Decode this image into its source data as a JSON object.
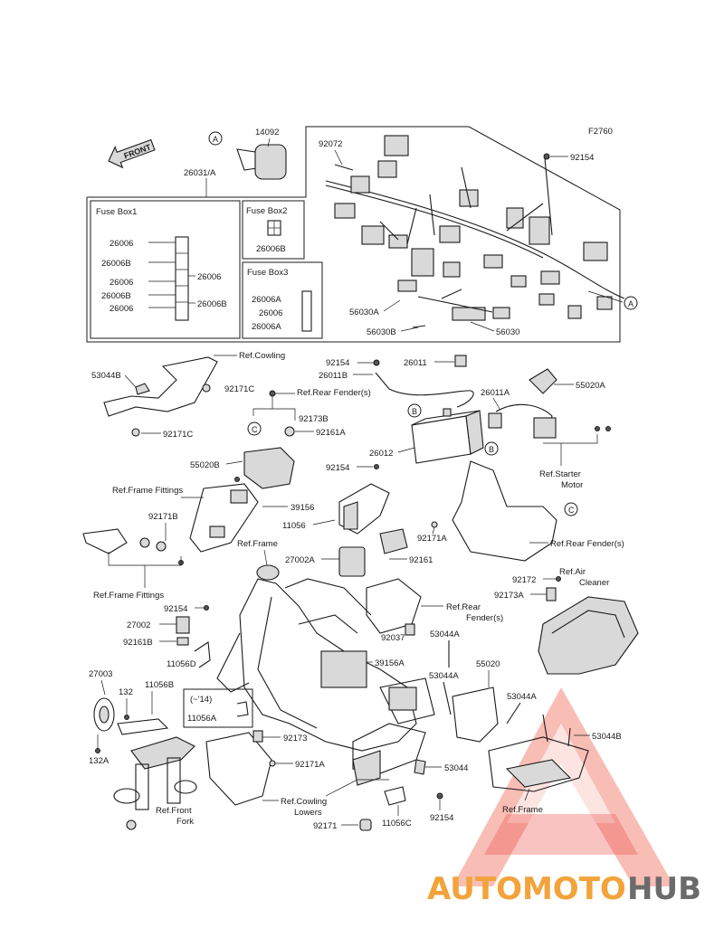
{
  "figure_code": "F2760",
  "front_label": "FRONT",
  "fuse_box1": {
    "title": "Fuse Box1",
    "left_labels": [
      "26006",
      "26006B",
      "26006",
      "26006B",
      "26006"
    ],
    "right_labels": [
      "26006",
      "26006B"
    ]
  },
  "fuse_box2": {
    "title": "Fuse Box2",
    "label": "26006B"
  },
  "fuse_box3": {
    "title": "Fuse Box3",
    "labels": [
      "26006A",
      "26006",
      "26006A"
    ]
  },
  "bracket_note": "(~'14)",
  "circle_markers": {
    "a": "A",
    "b": "B",
    "c": "C"
  },
  "parts": {
    "p14092": "14092",
    "p26031a": "26031/A",
    "p92072": "92072",
    "p92154_top": "92154",
    "p56030a": "56030A",
    "p56030b": "56030B",
    "p56030": "56030",
    "p26011": "26011",
    "p53044b_l": "53044B",
    "p92171c_1": "92171C",
    "p92171c_2": "92171C",
    "p92154_b": "92154",
    "p26011b": "26011B",
    "p26011a": "26011A",
    "p55020a": "55020A",
    "p92173b": "92173B",
    "p92161a": "92161A",
    "p26012": "26012",
    "p55020b": "55020B",
    "p92154_c": "92154",
    "p39156": "39156",
    "p92171b": "92171B",
    "p11056": "11056",
    "p92171a_1": "92171A",
    "p27002a": "27002A",
    "p92161": "92161",
    "p92172": "92172",
    "p92173a": "92173A",
    "p92154_d": "92154",
    "p27002": "27002",
    "p92161b": "92161B",
    "p11056d": "11056D",
    "p92037": "92037",
    "p53044a_1": "53044A",
    "p39156a": "39156A",
    "p55020": "55020",
    "p53044a_2": "53044A",
    "p53044a_3": "53044A",
    "p27003": "27003",
    "p11056b": "11056B",
    "p132": "132",
    "p11056a": "11056A",
    "p92173": "92173",
    "p53044b_r": "53044B",
    "p132a": "132A",
    "p92171a_2": "92171A",
    "p53044": "53044",
    "p92171": "92171",
    "p11056c": "11056C",
    "p92154_e": "92154"
  },
  "refs": {
    "cowling": "Ref.Cowling",
    "rear_fender_1": "Ref.Rear Fender(s)",
    "starter_motor": "Ref.Starter Motor",
    "frame_fittings_1": "Ref.Frame Fittings",
    "frame_1": "Ref.Frame",
    "rear_fender_2": "Ref.Rear Fender(s)",
    "frame_fittings_2": "Ref.Frame Fittings",
    "air_cleaner": "Ref.Air Cleaner",
    "rear_fender_3": "Ref.Rear Fender(s)",
    "front_fork": "Ref.Front Fork",
    "cowling_lowers": "Ref.Cowling Lowers",
    "frame_2": "Ref.Frame"
  },
  "watermark": {
    "part1": "AUTOMOTO",
    "part2": "HUB"
  },
  "colors": {
    "watermark_orange": "#f2a33a",
    "watermark_red": "#e8403a",
    "watermark_grey": "#6b6b6b",
    "line": "#1a1a1a"
  }
}
